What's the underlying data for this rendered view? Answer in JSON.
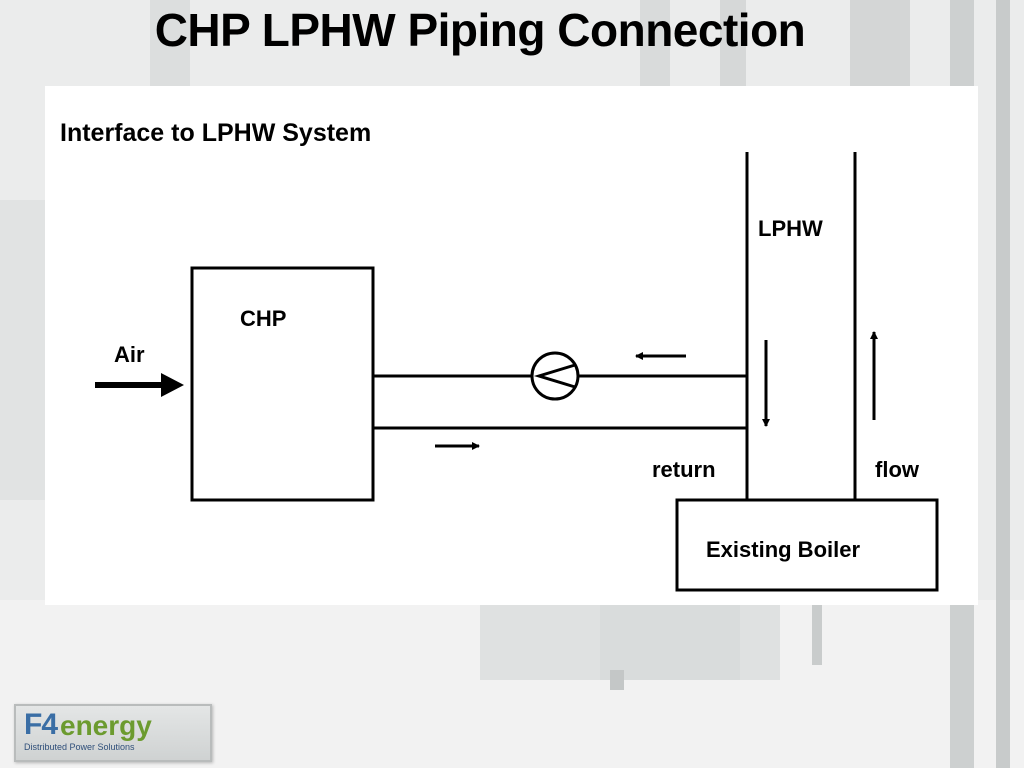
{
  "slide": {
    "title": "CHP LPHW Piping Connection"
  },
  "diagram": {
    "heading": "Interface to LPHW System",
    "chp_label": "CHP",
    "air_label": "Air",
    "lphw_label": "LPHW",
    "return_label": "return",
    "flow_label": "flow",
    "boiler_label": "Existing Boiler"
  },
  "logo": {
    "mark": "F4",
    "word": "energy",
    "tagline": "Distributed Power Solutions"
  },
  "icons": [
    "pump-icon",
    "arrow-icon"
  ],
  "colors": {
    "diagram_stroke": "#000000",
    "panel_background": "#ffffff",
    "logo_blue": "#3a6ea5",
    "logo_green": "#6c9b2f"
  }
}
